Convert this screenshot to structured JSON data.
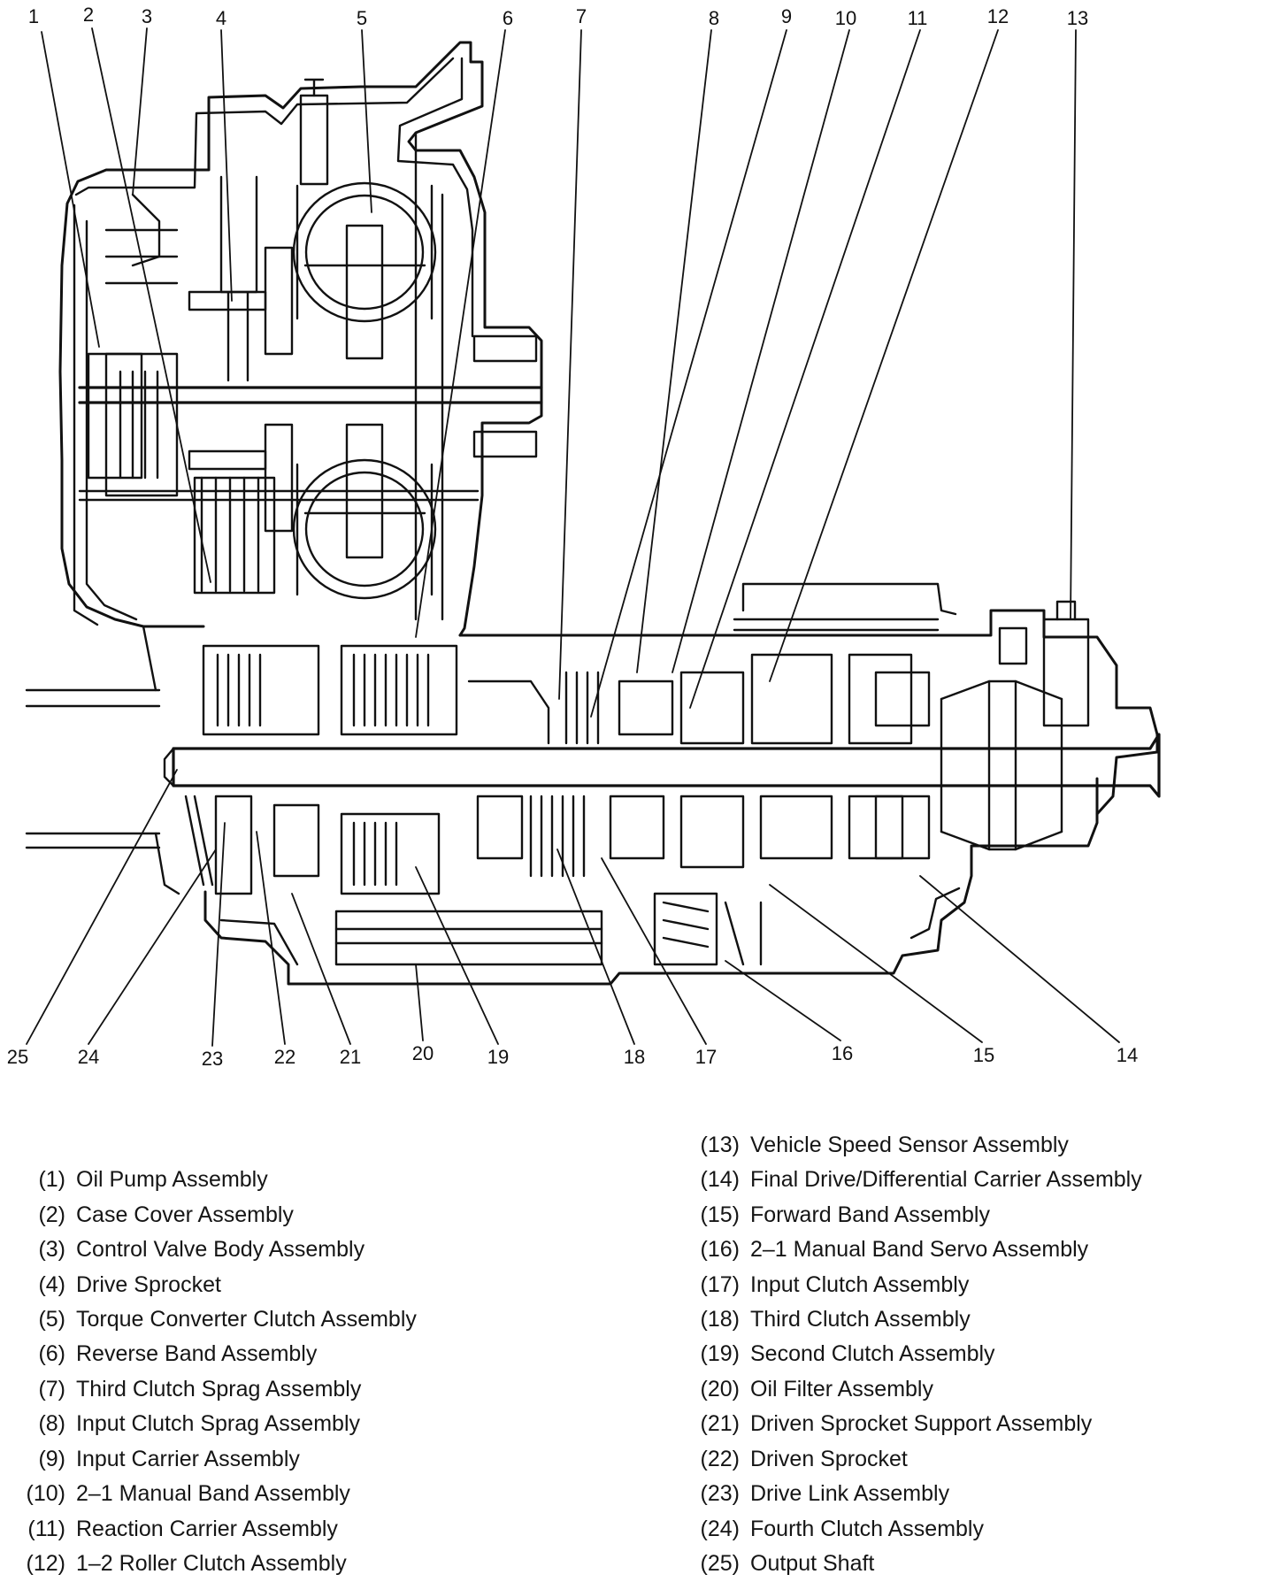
{
  "callouts_top": [
    "1",
    "2",
    "3",
    "4",
    "5",
    "6",
    "7",
    "8",
    "9",
    "10",
    "11",
    "12",
    "13"
  ],
  "callouts_bottom": [
    "25",
    "24",
    "23",
    "22",
    "21",
    "20",
    "19",
    "18",
    "17",
    "16",
    "15",
    "14"
  ],
  "legend_left": [
    {
      "num": "(1)",
      "text": "Oil Pump Assembly"
    },
    {
      "num": "(2)",
      "text": "Case Cover Assembly"
    },
    {
      "num": "(3)",
      "text": "Control Valve Body Assembly"
    },
    {
      "num": "(4)",
      "text": "Drive Sprocket"
    },
    {
      "num": "(5)",
      "text": "Torque Converter Clutch Assembly"
    },
    {
      "num": "(6)",
      "text": "Reverse Band Assembly"
    },
    {
      "num": "(7)",
      "text": "Third Clutch Sprag Assembly"
    },
    {
      "num": "(8)",
      "text": "Input Clutch Sprag Assembly"
    },
    {
      "num": "(9)",
      "text": "Input Carrier Assembly"
    },
    {
      "num": "(10)",
      "text": "2–1 Manual Band Assembly"
    },
    {
      "num": "(11)",
      "text": "Reaction Carrier Assembly"
    },
    {
      "num": "(12)",
      "text": "1–2 Roller Clutch Assembly"
    }
  ],
  "legend_right": [
    {
      "num": "(13)",
      "text": "Vehicle Speed Sensor Assembly"
    },
    {
      "num": "(14)",
      "text": "Final Drive/Differential Carrier Assembly"
    },
    {
      "num": "(15)",
      "text": "Forward Band Assembly"
    },
    {
      "num": "(16)",
      "text": "2–1 Manual Band Servo Assembly"
    },
    {
      "num": "(17)",
      "text": "Input Clutch Assembly"
    },
    {
      "num": "(18)",
      "text": "Third Clutch Assembly"
    },
    {
      "num": "(19)",
      "text": "Second Clutch Assembly"
    },
    {
      "num": "(20)",
      "text": "Oil Filter Assembly"
    },
    {
      "num": "(21)",
      "text": "Driven Sprocket Support Assembly"
    },
    {
      "num": "(22)",
      "text": "Driven Sprocket"
    },
    {
      "num": "(23)",
      "text": "Drive Link Assembly"
    },
    {
      "num": "(24)",
      "text": "Fourth Clutch Assembly"
    },
    {
      "num": "(25)",
      "text": "Output Shaft"
    }
  ]
}
